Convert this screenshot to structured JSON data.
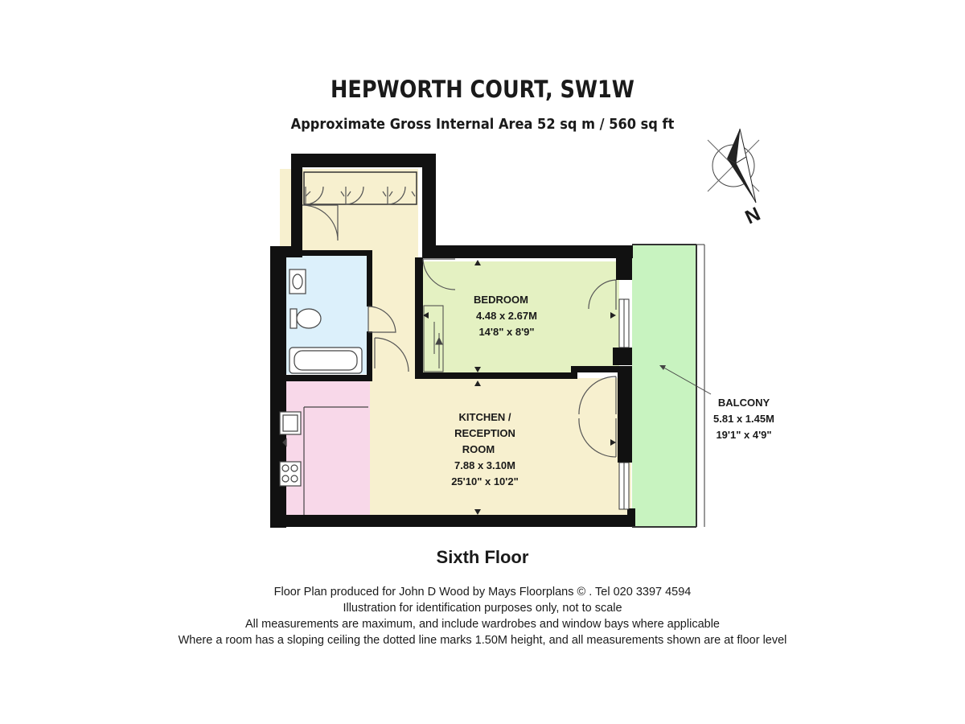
{
  "header": {
    "title": "HEPWORTH COURT, SW1W",
    "subtitle": "Approximate Gross Internal Area 52 sq m /  560 sq ft"
  },
  "compass": {
    "label": "N"
  },
  "rooms": {
    "bedroom": {
      "name": "BEDROOM",
      "metric": "4.48 x 2.67M",
      "imperial": "14'8\" x 8'9\"",
      "fill": "#e4f1c2"
    },
    "kitchen_reception": {
      "name_line1": "KITCHEN /",
      "name_line2": "RECEPTION",
      "name_line3": "ROOM",
      "metric": "7.88 x 3.10M",
      "imperial": "25'10\" x 10'2\"",
      "fill": "#f7f0cf"
    },
    "balcony": {
      "name": "BALCONY",
      "metric": "5.81 x 1.45M",
      "imperial": "19'1\" x 4'9\"",
      "fill": "#c8f3c0"
    },
    "bathroom": {
      "fill": "#dcf0fb"
    },
    "kitchen_area": {
      "fill": "#f8d8e9"
    },
    "hallway": {
      "fill": "#f7f0cf"
    }
  },
  "colors": {
    "wall": "#111111"
  },
  "floor_label": "Sixth Floor",
  "notes": [
    "Floor Plan produced for John D Wood by Mays Floorplans  © . Tel 020 3397 4594",
    "Illustration for identification purposes only, not to scale",
    "All measurements are maximum, and include wardrobes and window bays where applicable",
    "Where a room has a sloping ceiling the dotted line marks 1.50M height, and all measurements shown are at floor level"
  ]
}
